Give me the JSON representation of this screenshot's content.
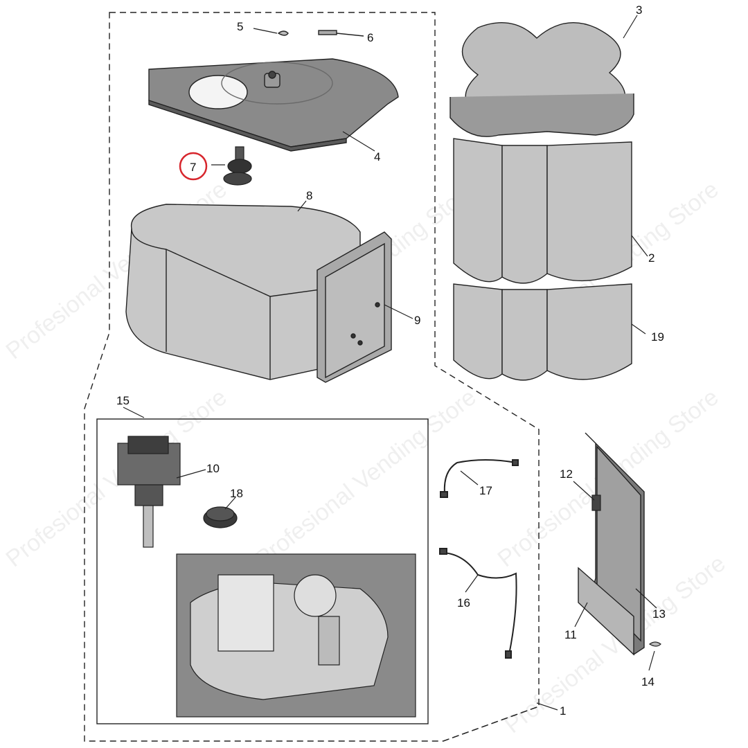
{
  "watermark": "Profesional Vending Store",
  "highlight_color": "#d7262d",
  "callouts": [
    {
      "id": "1",
      "label": "1"
    },
    {
      "id": "2",
      "label": "2"
    },
    {
      "id": "3",
      "label": "3"
    },
    {
      "id": "4",
      "label": "4"
    },
    {
      "id": "5",
      "label": "5"
    },
    {
      "id": "6",
      "label": "6"
    },
    {
      "id": "7",
      "label": "7",
      "highlighted": true
    },
    {
      "id": "8",
      "label": "8"
    },
    {
      "id": "9",
      "label": "9"
    },
    {
      "id": "10",
      "label": "10"
    },
    {
      "id": "11",
      "label": "11"
    },
    {
      "id": "12",
      "label": "12"
    },
    {
      "id": "13",
      "label": "13"
    },
    {
      "id": "14",
      "label": "14"
    },
    {
      "id": "15",
      "label": "15"
    },
    {
      "id": "16",
      "label": "16"
    },
    {
      "id": "17",
      "label": "17"
    },
    {
      "id": "18",
      "label": "18"
    },
    {
      "id": "19",
      "label": "19"
    }
  ]
}
